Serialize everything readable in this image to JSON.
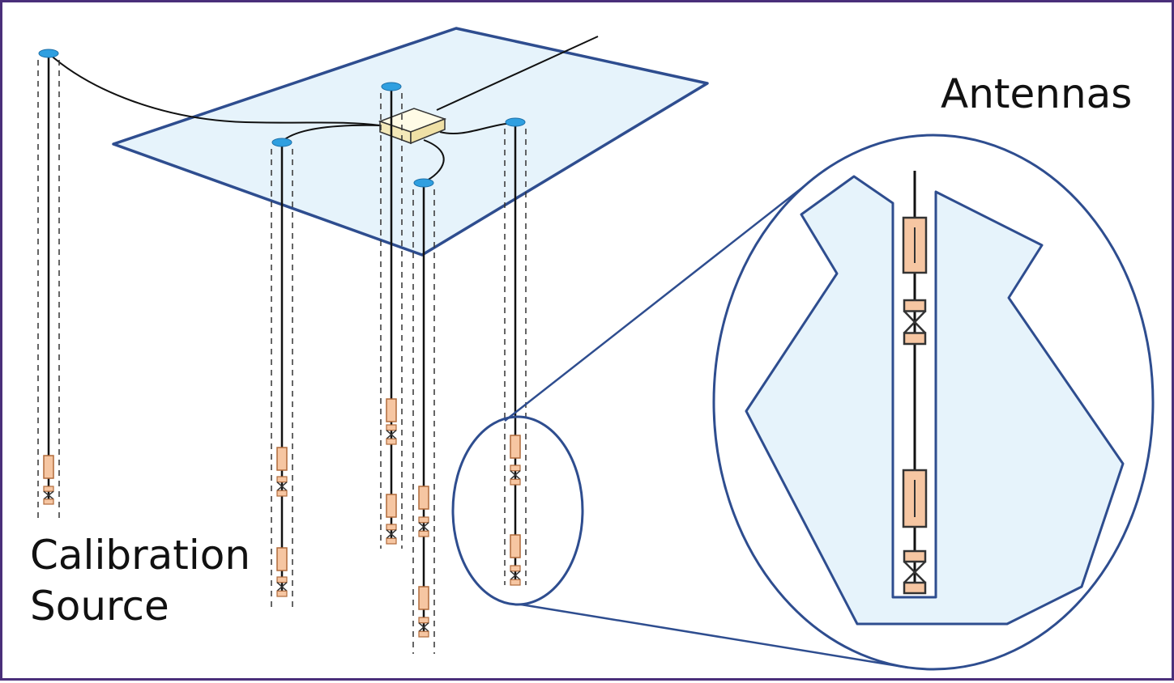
{
  "labels": {
    "antennas": "Antennas",
    "calibration_line1": "Calibration",
    "calibration_line2": "Source"
  },
  "colors": {
    "plane_fill": "#e6f3fb",
    "outline": "#2e4d8f",
    "antenna_body": "#f6c6a2",
    "antenna_stroke": "#b06a3a",
    "cap": "#2f9fe0",
    "hub_box": "#fbf3cf",
    "frame": "#4a2f7a"
  },
  "icons": [
    "antenna-cap-icon",
    "antenna-element-icon",
    "bowtie-icon",
    "hub-box-icon"
  ]
}
